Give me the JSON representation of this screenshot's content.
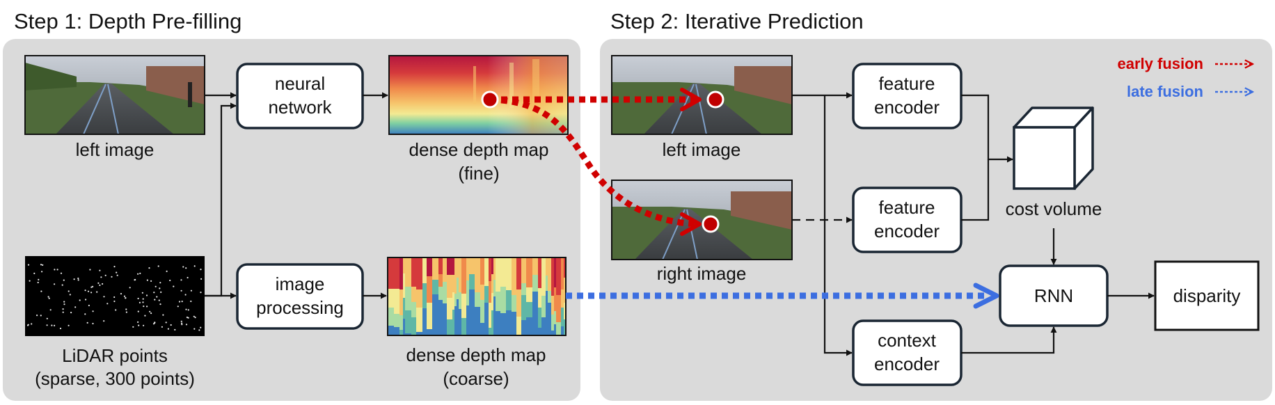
{
  "titles": {
    "step1": "Step 1: Depth Pre-filling",
    "step2": "Step 2: Iterative Prediction"
  },
  "legend": {
    "early": {
      "label": "early fusion",
      "color": "#d00000"
    },
    "late": {
      "label": "late fusion",
      "color": "#3c6ee0"
    }
  },
  "step1": {
    "left_image": {
      "caption": "left image"
    },
    "lidar": {
      "caption_line1": "LiDAR points",
      "caption_line2": "(sparse, 300 points)"
    },
    "neural_network": {
      "line1": "neural",
      "line2": "network"
    },
    "image_processing": {
      "line1": "image",
      "line2": "processing"
    },
    "depth_fine": {
      "line1": "dense depth map",
      "line2": "(fine)"
    },
    "depth_coarse": {
      "line1": "dense depth map",
      "line2": "(coarse)"
    }
  },
  "step2": {
    "left_image": {
      "caption": "left image"
    },
    "right_image": {
      "caption": "right image"
    },
    "feature_encoder_top": {
      "line1": "feature",
      "line2": "encoder"
    },
    "feature_encoder_bottom": {
      "line1": "feature",
      "line2": "encoder"
    },
    "context_encoder": {
      "line1": "context",
      "line2": "encoder"
    },
    "cost_volume": {
      "caption": "cost volume"
    },
    "rnn": {
      "label": "RNN"
    },
    "disparity": {
      "label": "disparity"
    }
  },
  "colors": {
    "panel": "#dadada",
    "node_stroke": "#1a2633",
    "early_fusion": "#d00000",
    "late_fusion": "#3c6ee0"
  }
}
